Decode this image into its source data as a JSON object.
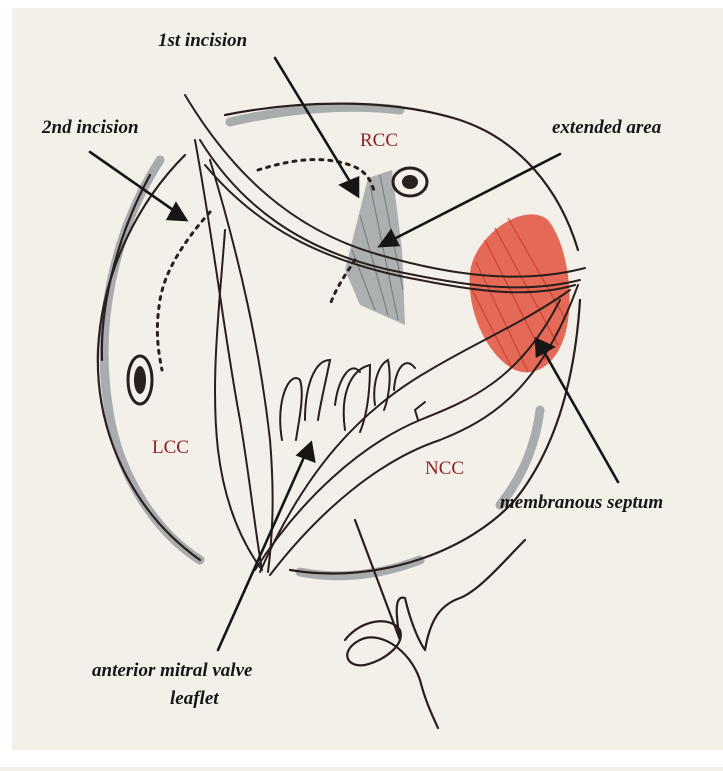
{
  "labels": {
    "first_incision": "1st incision",
    "second_incision": "2nd incision",
    "extended_area": "extended area",
    "membranous_septum": "membranous septum",
    "anterior_mitral_line1": "anterior mitral valve",
    "anterior_mitral_line2": "leaflet"
  },
  "cusps": {
    "rcc": "RCC",
    "lcc": "LCC",
    "ncc": "NCC"
  },
  "colors": {
    "paper": "#f3efe9",
    "ink": "#2a1f1f",
    "shadow": "#8f9598",
    "septum": "#e2513d",
    "cusp_text": "#8c1e1e"
  }
}
